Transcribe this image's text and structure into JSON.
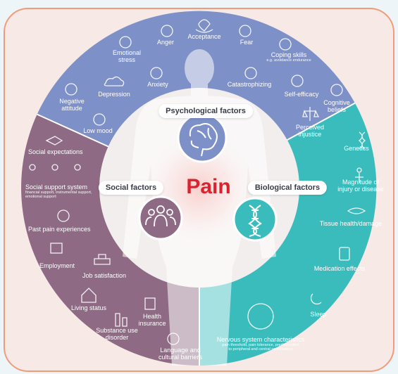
{
  "center_label": "Pain",
  "colors": {
    "psychological": "#7e90c8",
    "social": "#8e6a84",
    "biological": "#3bbcbc",
    "frame": "#f09c7b",
    "center_glow": "#f08a86"
  },
  "psychological": {
    "title": "Psychological factors",
    "items": {
      "acceptance": "Acceptance",
      "anger": "Anger",
      "fear": "Fear",
      "emotional_stress": "Emotional stress",
      "coping_skills": "Coping skills",
      "coping_skills_note": "e.g. avoidance endurance",
      "anxiety": "Anxiety",
      "catastrophizing": "Catastrophizing",
      "negative_attitude": "Negative attitude",
      "depression": "Depression",
      "self_efficacy": "Self-efficacy",
      "cognitive_beliefs": "Cognitive beliefs",
      "low_mood": "Low mood",
      "perceived_injustice": "Perceived injustice"
    }
  },
  "social": {
    "title": "Social factors",
    "items": {
      "social_expectations": "Social expectations",
      "social_support_system": "Social support system",
      "social_support_note": "financial support, instrumental support, emotional support",
      "past_pain_experiences": "Past pain experiences",
      "employment": "Employment",
      "job_satisfaction": "Job satisfaction",
      "living_status": "Living status",
      "health_insurance": "Health insurance",
      "substance_use_disorder": "Substance use disorder",
      "language_cultural_barriers": "Language and cultural barriers"
    }
  },
  "biological": {
    "title": "Biological factors",
    "items": {
      "genetics": "Genetics",
      "magnitude_injury": "Magnitude of injury or disease",
      "tissue_health": "Tissue health/damage",
      "medication_effects": "Medication effects",
      "sleep": "Sleep",
      "nervous_system": "Nervous system characteristics",
      "nervous_system_note": "pain threshold, pain tolerance, predisposition to peripheral and central sensitisation"
    }
  }
}
